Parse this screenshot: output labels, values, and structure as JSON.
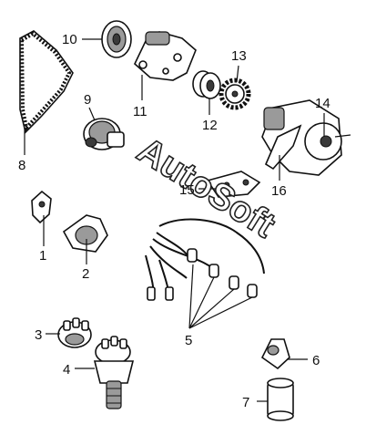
{
  "watermark": "AutoSoft",
  "callouts": {
    "c1": "1",
    "c2": "2",
    "c3": "3",
    "c4": "4",
    "c5": "5",
    "c6": "6",
    "c7": "7",
    "c8": "8",
    "c9": "9",
    "c10": "10",
    "c11": "11",
    "c12": "12",
    "c13": "13",
    "c14": "14",
    "c15": "15",
    "c16": "16"
  }
}
